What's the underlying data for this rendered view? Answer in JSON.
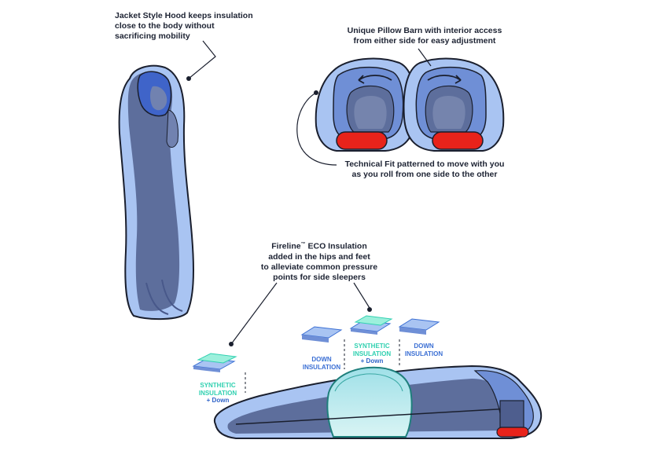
{
  "callouts": {
    "hood": [
      "Jacket Style Hood keeps insulation",
      "close to the body without",
      "sacrificing mobility"
    ],
    "pillow": [
      "Unique Pillow Barn with interior access",
      "from either side for easy adjustment"
    ],
    "fit": [
      "Technical Fit patterned to move with you",
      "as you roll from one side to the other"
    ],
    "fireline_brand": "Fireline",
    "fireline_tm": "™",
    "fireline_rest": " ECO Insulation",
    "fireline": [
      "added in the hips and feet",
      "to alleviate common pressure",
      "points for side sleepers"
    ]
  },
  "insulation_tags": {
    "synthetic_left": [
      "SYNTHETIC",
      "INSULATION",
      "+ Down"
    ],
    "down_mid": [
      "DOWN",
      "INSULATION"
    ],
    "synthetic_mid": [
      "SYNTHETIC",
      "INSULATION",
      "+ Down"
    ],
    "down_right": [
      "DOWN",
      "INSULATION"
    ]
  },
  "colors": {
    "outline": "#1a1f2e",
    "shell": "#a9c4f2",
    "shell_dark": "#6f8fd6",
    "body": "#5d6e9c",
    "hood_accent": "#3f64c9",
    "pillow_red": "#e8231b",
    "synthetic": "#2fd0b0",
    "down": "#3b6fd4"
  }
}
